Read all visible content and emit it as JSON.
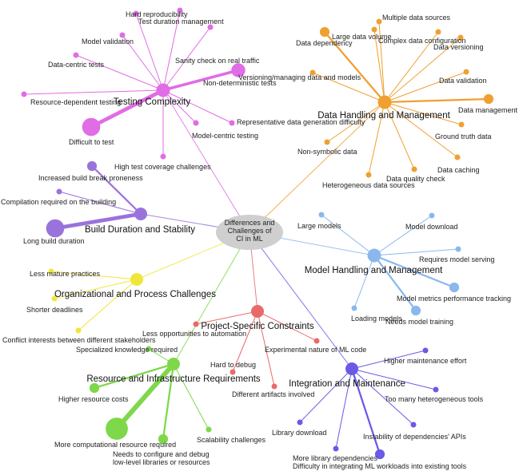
{
  "center": {
    "lines": [
      "Differences and",
      "Challenges of",
      "CI in ML"
    ]
  },
  "clusters": [
    {
      "id": "testing",
      "name": "Testing Complexity",
      "color": "#e06ce6",
      "children": [
        {
          "label": "Hard reproducibility",
          "weight": 1
        },
        {
          "label": "Test duration management",
          "weight": 1
        },
        {
          "label": "Model validation",
          "weight": 1
        },
        {
          "label": "Sanity check on real traffic",
          "weight": 1
        },
        {
          "label": "Data-centric tests",
          "weight": 1
        },
        {
          "label": "Non-deterministic tests",
          "weight": 3
        },
        {
          "label": "Resource-dependent testing",
          "weight": 1
        },
        {
          "label": "Difficult to test",
          "weight": 4
        },
        {
          "label": "Representative data generation difficulty",
          "weight": 1
        },
        {
          "label": "Model-centric testing",
          "weight": 1
        },
        {
          "label": "High test coverage challenges",
          "weight": 1
        }
      ]
    },
    {
      "id": "data",
      "name": "Data Handling and Management",
      "color": "#f0a030",
      "children": [
        {
          "label": "Multiple data sources",
          "weight": 1
        },
        {
          "label": "Large data volume",
          "weight": 1
        },
        {
          "label": "Data dependency",
          "weight": 2
        },
        {
          "label": "Complex data configuration",
          "weight": 1
        },
        {
          "label": "Data versioning",
          "weight": 1
        },
        {
          "label": "Versioning/managing data and models",
          "weight": 1
        },
        {
          "label": "Data validation",
          "weight": 1
        },
        {
          "label": "Data management",
          "weight": 2
        },
        {
          "label": "Ground truth data",
          "weight": 1
        },
        {
          "label": "Data caching",
          "weight": 1
        },
        {
          "label": "Data quality check",
          "weight": 1
        },
        {
          "label": "Heterogeneous data sources",
          "weight": 1
        },
        {
          "label": "Non-symbolic data",
          "weight": 1
        }
      ]
    },
    {
      "id": "build",
      "name": "Build Duration and Stability",
      "color": "#9a72dc",
      "children": [
        {
          "label": "Increased build break proneness",
          "weight": 2
        },
        {
          "label": "Compilation required on the building",
          "weight": 1
        },
        {
          "label": "Long build duration",
          "weight": 4
        }
      ]
    },
    {
      "id": "model",
      "name": "Model Handling and Management",
      "color": "#8ab8ee",
      "children": [
        {
          "label": "Large models",
          "weight": 1
        },
        {
          "label": "Model download",
          "weight": 1
        },
        {
          "label": "Requires model serving",
          "weight": 1
        },
        {
          "label": "Model metrics performance tracking",
          "weight": 2
        },
        {
          "label": "Needs model training",
          "weight": 2
        },
        {
          "label": "Loading models",
          "weight": 1
        }
      ]
    },
    {
      "id": "org",
      "name": "Organizational and Process Challenges",
      "color": "#f0e63a",
      "children": [
        {
          "label": "Less mature practices",
          "weight": 1
        },
        {
          "label": "Shorter deadlines",
          "weight": 1
        },
        {
          "label": "Conflict interests between different stakeholders",
          "weight": 1
        }
      ]
    },
    {
      "id": "project",
      "name": "Project-Specific Constraints",
      "color": "#e86a6a",
      "children": [
        {
          "label": "Less opportunities to automation",
          "weight": 1
        },
        {
          "label": "Experimental nature of ML code",
          "weight": 1
        },
        {
          "label": "Hard to debug",
          "weight": 1
        },
        {
          "label": "Different artifacts involved",
          "weight": 1
        }
      ]
    },
    {
      "id": "resource",
      "name": "Resource and Infrastructure Requirements",
      "color": "#7ed84a",
      "children": [
        {
          "label": "Specialized knowledge required",
          "weight": 1
        },
        {
          "label": "Higher resource costs",
          "weight": 2
        },
        {
          "label": "More computational resource required",
          "weight": 5
        },
        {
          "label": "Needs to configure and debug low-level libraries or resources",
          "weight": 2
        },
        {
          "label": "Scalability challenges",
          "weight": 1
        }
      ]
    },
    {
      "id": "integration",
      "name": "Integration and Maintenance",
      "color": "#6a5ae6",
      "children": [
        {
          "label": "Higher maintenance effort",
          "weight": 1
        },
        {
          "label": "Too many heterogeneous tools",
          "weight": 1
        },
        {
          "label": "Library download",
          "weight": 1
        },
        {
          "label": "Instability of dependencies' APIs",
          "weight": 1
        },
        {
          "label": "More library dependencies",
          "weight": 1
        },
        {
          "label": "Difficulty in integrating ML workloads into existing tools",
          "weight": 2
        }
      ]
    }
  ]
}
